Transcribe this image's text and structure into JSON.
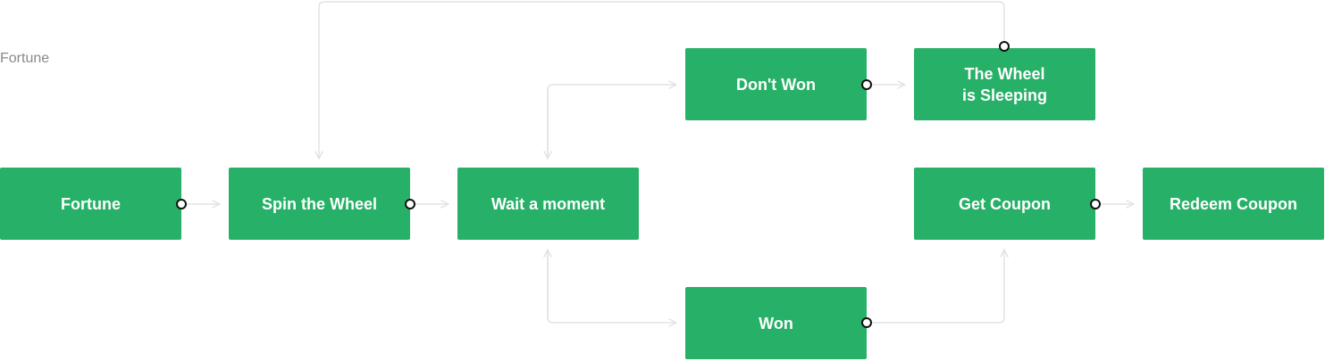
{
  "flow_label": "Fortune",
  "colors": {
    "node_fill": "#27B067",
    "node_text": "#FFFFFF",
    "connector": "#E3E3E3",
    "port_stroke": "#111111",
    "label_text": "#8A8A8A"
  },
  "nodes": {
    "fortune": "Fortune",
    "spin": "Spin the Wheel",
    "wait": "Wait a moment",
    "dont_won": "Don't Won",
    "sleeping": "The Wheel\nis Sleeping",
    "won": "Won",
    "get_coupon": "Get Coupon",
    "redeem": "Redeem Coupon"
  },
  "edges": [
    {
      "from": "fortune",
      "to": "spin"
    },
    {
      "from": "spin",
      "to": "wait"
    },
    {
      "from": "wait",
      "to": "dont_won"
    },
    {
      "from": "wait",
      "to": "won"
    },
    {
      "from": "dont_won",
      "to": "sleeping"
    },
    {
      "from": "sleeping",
      "to": "spin"
    },
    {
      "from": "won",
      "to": "get_coupon"
    },
    {
      "from": "get_coupon",
      "to": "redeem"
    }
  ]
}
